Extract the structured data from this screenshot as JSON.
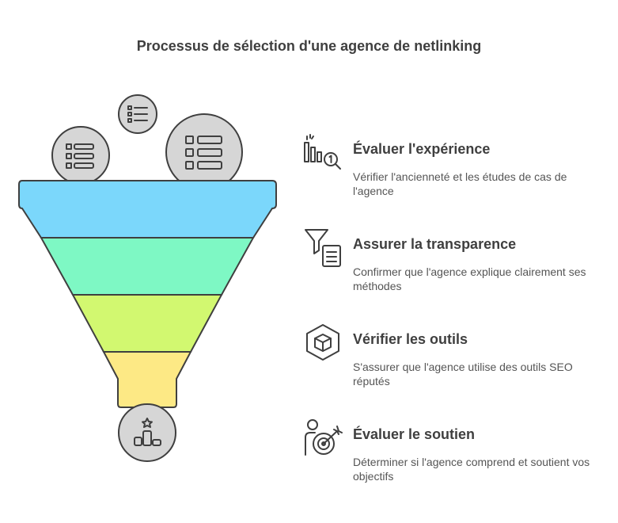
{
  "title": "Processus de sélection d'une agence de netlinking",
  "funnel": {
    "outline_color": "#3f3f3f",
    "bands": [
      {
        "color": "#7bd7fb",
        "label": "stage-1"
      },
      {
        "color": "#7ef8c4",
        "label": "stage-2"
      },
      {
        "color": "#d2f870",
        "label": "stage-3"
      },
      {
        "color": "#fde985",
        "label": "stage-4"
      }
    ],
    "bubble_color": "#d6d6d6",
    "input_icons": [
      "list-icon",
      "list-icon",
      "list-icon"
    ],
    "output_icon": "podium-star-icon"
  },
  "steps": [
    {
      "icon": "chart-search-icon",
      "title": "Évaluer l'expérience",
      "description": "Vérifier l'ancienneté et les études de cas de l'agence"
    },
    {
      "icon": "filter-document-icon",
      "title": "Assurer la transparence",
      "description": "Confirmer que l'agence explique clairement ses méthodes"
    },
    {
      "icon": "cube-icon",
      "title": "Vérifier les outils",
      "description": "S'assurer que l'agence utilise des outils SEO réputés"
    },
    {
      "icon": "person-target-icon",
      "title": "Évaluer le soutien",
      "description": "Déterminer si l'agence comprend et soutient vos objectifs"
    }
  ]
}
